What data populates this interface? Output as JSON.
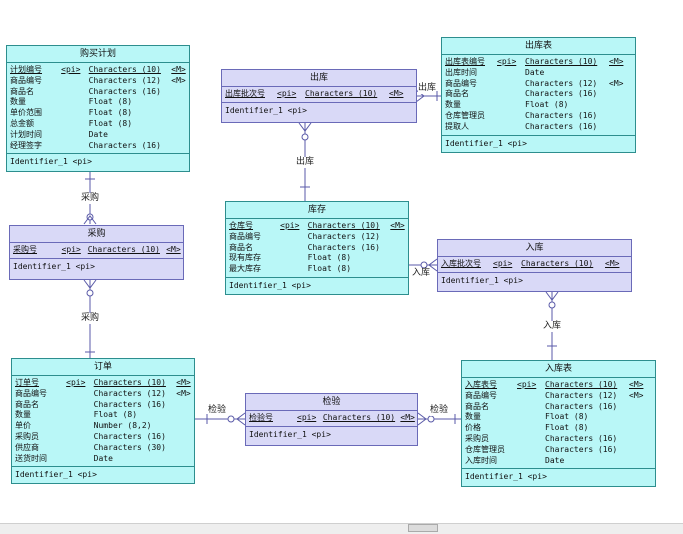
{
  "entities": {
    "purchase_plan": {
      "title": "购买计划",
      "attrs": [
        {
          "name": "计划编号",
          "key": "<pi>",
          "type": "Characters (10)",
          "mand": "<M>",
          "pk": true
        },
        {
          "name": "商品编号",
          "key": "",
          "type": "Characters (12)",
          "mand": "<M>"
        },
        {
          "name": "商品名",
          "key": "",
          "type": "Characters (16)",
          "mand": ""
        },
        {
          "name": "数量",
          "key": "",
          "type": "Float (8)",
          "mand": ""
        },
        {
          "name": "单价范围",
          "key": "",
          "type": "Float (8)",
          "mand": ""
        },
        {
          "name": "总金额",
          "key": "",
          "type": "Float (8)",
          "mand": ""
        },
        {
          "name": "计划时间",
          "key": "",
          "type": "Date",
          "mand": ""
        },
        {
          "name": "经理签字",
          "key": "",
          "type": "Characters (16)",
          "mand": ""
        }
      ],
      "identifier": "Identifier_1  <pi>"
    },
    "outbound": {
      "title": "出库",
      "attrs": [
        {
          "name": "出库批次号",
          "key": "<pi>",
          "type": "Characters (10)",
          "mand": "<M>",
          "pk": true
        }
      ],
      "identifier": "Identifier_1  <pi>"
    },
    "outbound_list": {
      "title": "出库表",
      "attrs": [
        {
          "name": "出库表编号",
          "key": "<pi>",
          "type": "Characters (10)",
          "mand": "<M>",
          "pk": true
        },
        {
          "name": "出库时间",
          "key": "",
          "type": "Date",
          "mand": ""
        },
        {
          "name": "商品编号",
          "key": "",
          "type": "Characters (12)",
          "mand": "<M>"
        },
        {
          "name": "商品名",
          "key": "",
          "type": "Characters (16)",
          "mand": ""
        },
        {
          "name": "数量",
          "key": "",
          "type": "Float (8)",
          "mand": ""
        },
        {
          "name": "仓库管理员",
          "key": "",
          "type": "Characters (16)",
          "mand": ""
        },
        {
          "name": "提取人",
          "key": "",
          "type": "Characters (16)",
          "mand": ""
        }
      ],
      "identifier": "Identifier_1  <pi>"
    },
    "purchase": {
      "title": "采购",
      "attrs": [
        {
          "name": "采购号",
          "key": "<pi>",
          "type": "Characters (10)",
          "mand": "<M>",
          "pk": true
        }
      ],
      "identifier": "Identifier_1  <pi>"
    },
    "inventory": {
      "title": "库存",
      "attrs": [
        {
          "name": "仓库号",
          "key": "<pi>",
          "type": "Characters (10)",
          "mand": "<M>",
          "pk": true
        },
        {
          "name": "商品编号",
          "key": "",
          "type": "Characters (12)",
          "mand": ""
        },
        {
          "name": "商品名",
          "key": "",
          "type": "Characters (16)",
          "mand": ""
        },
        {
          "name": "现有库存",
          "key": "",
          "type": "Float (8)",
          "mand": ""
        },
        {
          "name": "最大库存",
          "key": "",
          "type": "Float (8)",
          "mand": ""
        }
      ],
      "identifier": "Identifier_1  <pi>"
    },
    "inbound": {
      "title": "入库",
      "attrs": [
        {
          "name": "入库批次号",
          "key": "<pi>",
          "type": "Characters (10)",
          "mand": "<M>",
          "pk": true
        }
      ],
      "identifier": "Identifier_1  <pi>"
    },
    "order": {
      "title": "订单",
      "attrs": [
        {
          "name": "订单号",
          "key": "<pi>",
          "type": "Characters (10)",
          "mand": "<M>",
          "pk": true
        },
        {
          "name": "商品编号",
          "key": "",
          "type": "Characters (12)",
          "mand": "<M>"
        },
        {
          "name": "商品名",
          "key": "",
          "type": "Characters (16)",
          "mand": ""
        },
        {
          "name": "数量",
          "key": "",
          "type": "Float (8)",
          "mand": ""
        },
        {
          "name": "单价",
          "key": "",
          "type": "Number (8,2)",
          "mand": ""
        },
        {
          "name": "采购员",
          "key": "",
          "type": "Characters (16)",
          "mand": ""
        },
        {
          "name": "供应商",
          "key": "",
          "type": "Characters (30)",
          "mand": ""
        },
        {
          "name": "送货时间",
          "key": "",
          "type": "Date",
          "mand": ""
        }
      ],
      "identifier": "Identifier_1  <pi>"
    },
    "inspection": {
      "title": "检验",
      "attrs": [
        {
          "name": "检验号",
          "key": "<pi>",
          "type": "Characters (10)",
          "mand": "<M>",
          "pk": true
        }
      ],
      "identifier": "Identifier_1  <pi>"
    },
    "inbound_list": {
      "title": "入库表",
      "attrs": [
        {
          "name": "入库表号",
          "key": "<pi>",
          "type": "Characters (10)",
          "mand": "<M>",
          "pk": true
        },
        {
          "name": "商品编号",
          "key": "",
          "type": "Characters (12)",
          "mand": "<M>"
        },
        {
          "name": "商品名",
          "key": "",
          "type": "Characters (16)",
          "mand": ""
        },
        {
          "name": "数量",
          "key": "",
          "type": "Float (8)",
          "mand": ""
        },
        {
          "name": "价格",
          "key": "",
          "type": "Float (8)",
          "mand": ""
        },
        {
          "name": "采购员",
          "key": "",
          "type": "Characters (16)",
          "mand": ""
        },
        {
          "name": "仓库管理员",
          "key": "",
          "type": "Characters (16)",
          "mand": ""
        },
        {
          "name": "入库时间",
          "key": "",
          "type": "Date",
          "mand": ""
        }
      ],
      "identifier": "Identifier_1  <pi>"
    }
  },
  "relationships": {
    "plan_purchase": "采购",
    "purchase_order": "采购",
    "outbound_inventory": "出库",
    "outbound_list": "出库",
    "inbound_inventory": "入库",
    "inbound_list": "入库",
    "order_inspection": "检验",
    "inspection_inbound": "检验"
  },
  "colors": {
    "entity_fill": "#b9f7f7",
    "relation_fill": "#d9d9f7",
    "line": "#5a5aa8"
  }
}
